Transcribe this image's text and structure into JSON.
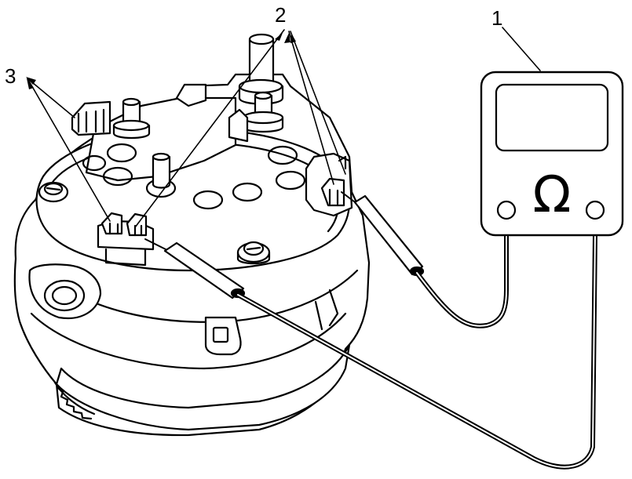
{
  "callouts": {
    "c1": "1",
    "c2": "2",
    "c3": "3"
  },
  "meter": {
    "symbol": "Ω"
  },
  "colors": {
    "line": "#000000",
    "background": "#ffffff"
  }
}
